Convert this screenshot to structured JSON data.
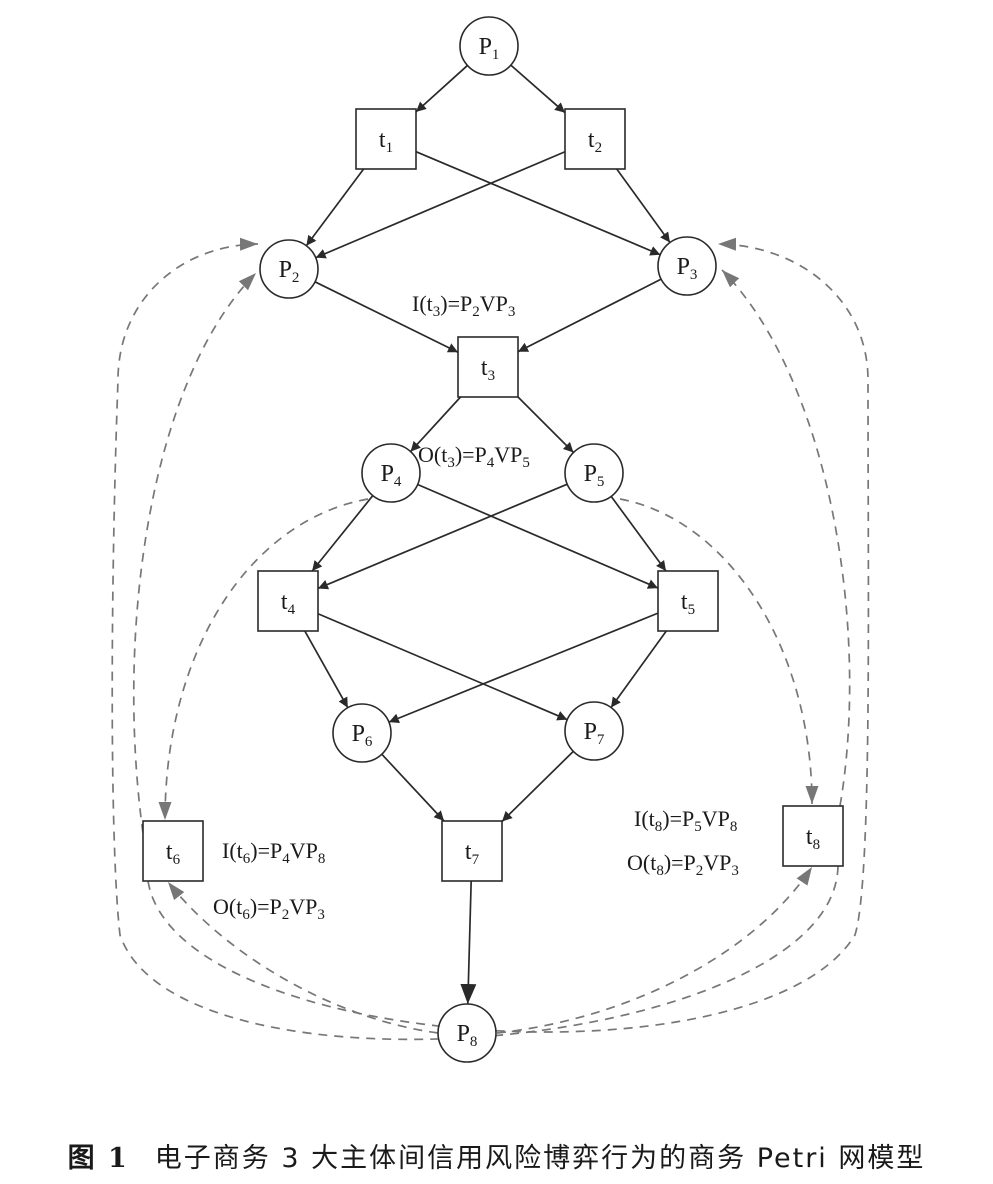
{
  "places": [
    {
      "id": "P1",
      "base": "P",
      "sub": "1"
    },
    {
      "id": "P2",
      "base": "P",
      "sub": "2"
    },
    {
      "id": "P3",
      "base": "P",
      "sub": "3"
    },
    {
      "id": "P4",
      "base": "P",
      "sub": "4"
    },
    {
      "id": "P5",
      "base": "P",
      "sub": "5"
    },
    {
      "id": "P6",
      "base": "P",
      "sub": "6"
    },
    {
      "id": "P7",
      "base": "P",
      "sub": "7"
    },
    {
      "id": "P8",
      "base": "P",
      "sub": "8"
    }
  ],
  "transitions": [
    {
      "id": "t1",
      "base": "t",
      "sub": "1"
    },
    {
      "id": "t2",
      "base": "t",
      "sub": "2"
    },
    {
      "id": "t3",
      "base": "t",
      "sub": "3"
    },
    {
      "id": "t4",
      "base": "t",
      "sub": "4"
    },
    {
      "id": "t5",
      "base": "t",
      "sub": "5"
    },
    {
      "id": "t6",
      "base": "t",
      "sub": "6"
    },
    {
      "id": "t7",
      "base": "t",
      "sub": "7"
    },
    {
      "id": "t8",
      "base": "t",
      "sub": "8"
    }
  ],
  "arcs": [
    {
      "from": "P1",
      "to": "t1",
      "style": "solid"
    },
    {
      "from": "P1",
      "to": "t2",
      "style": "solid"
    },
    {
      "from": "t1",
      "to": "P2",
      "style": "solid"
    },
    {
      "from": "t1",
      "to": "P3",
      "style": "solid"
    },
    {
      "from": "t2",
      "to": "P2",
      "style": "solid"
    },
    {
      "from": "t2",
      "to": "P3",
      "style": "solid"
    },
    {
      "from": "P2",
      "to": "t3",
      "style": "solid"
    },
    {
      "from": "P3",
      "to": "t3",
      "style": "solid"
    },
    {
      "from": "t3",
      "to": "P4",
      "style": "solid"
    },
    {
      "from": "t3",
      "to": "P5",
      "style": "solid"
    },
    {
      "from": "P4",
      "to": "t4",
      "style": "solid"
    },
    {
      "from": "P4",
      "to": "t5",
      "style": "solid"
    },
    {
      "from": "P5",
      "to": "t4",
      "style": "solid"
    },
    {
      "from": "P5",
      "to": "t5",
      "style": "solid"
    },
    {
      "from": "t4",
      "to": "P6",
      "style": "solid"
    },
    {
      "from": "t4",
      "to": "P7",
      "style": "solid"
    },
    {
      "from": "t5",
      "to": "P6",
      "style": "solid"
    },
    {
      "from": "t5",
      "to": "P7",
      "style": "solid"
    },
    {
      "from": "P6",
      "to": "t7",
      "style": "solid"
    },
    {
      "from": "P7",
      "to": "t7",
      "style": "solid"
    },
    {
      "from": "t7",
      "to": "P8",
      "style": "solid"
    },
    {
      "from": "P4",
      "to": "t6",
      "style": "dashed"
    },
    {
      "from": "P5",
      "to": "t8",
      "style": "dashed"
    },
    {
      "from": "P8",
      "to": "t6",
      "style": "dashed"
    },
    {
      "from": "P8",
      "to": "t8",
      "style": "dashed"
    },
    {
      "from": "t6",
      "to": "P2",
      "style": "dashed"
    },
    {
      "from": "t6",
      "to": "P3",
      "style": "dashed"
    },
    {
      "from": "t8",
      "to": "P2",
      "style": "dashed"
    },
    {
      "from": "t8",
      "to": "P3",
      "style": "dashed"
    }
  ],
  "expressions": {
    "i_t3": {
      "head": "I(t",
      "sub": "3",
      "tail": ")=P",
      "s1": "2",
      "mid": "VP",
      "s2": "3"
    },
    "o_t3": {
      "head": "O(t",
      "sub": "3",
      "tail": ")=P",
      "s1": "4",
      "mid": "VP",
      "s2": "5"
    },
    "i_t6": {
      "head": "I(t",
      "sub": "6",
      "tail": ")=P",
      "s1": "4",
      "mid": "VP",
      "s2": "8"
    },
    "o_t6": {
      "head": "O(t",
      "sub": "6",
      "tail": ")=P",
      "s1": "2",
      "mid": "VP",
      "s2": "3"
    },
    "i_t8": {
      "head": "I(t",
      "sub": "8",
      "tail": ")=P",
      "s1": "5",
      "mid": "VP",
      "s2": "8"
    },
    "o_t8": {
      "head": "O(t",
      "sub": "8",
      "tail": ")=P",
      "s1": "2",
      "mid": "VP",
      "s2": "3"
    }
  },
  "caption": {
    "figure_number": "图 1",
    "text": "电子商务 3 大主体间信用风险博弈行为的商务 Petri 网模型"
  },
  "colors": {
    "solid_arc": "#2a2a2a",
    "dashed_arc": "#777777",
    "node_stroke": "#2a2a2a"
  }
}
